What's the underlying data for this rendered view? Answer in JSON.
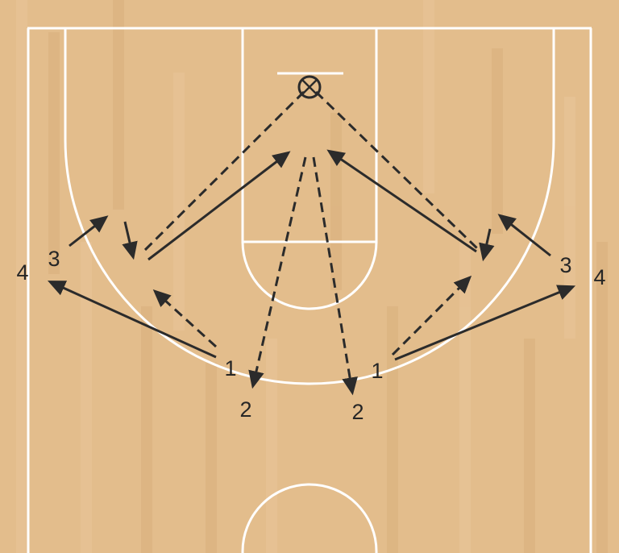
{
  "colors": {
    "floor": "#e3bd8c",
    "floor_plank_light": "#e9c69a",
    "floor_plank_dark": "#d9b07c",
    "lines": "#ffffff",
    "arrows": "#2b2b2b"
  },
  "players": [
    {
      "id": "p1-left",
      "label": "1"
    },
    {
      "id": "p1-right",
      "label": "1"
    },
    {
      "id": "p2-left",
      "label": "2"
    },
    {
      "id": "p2-right",
      "label": "2"
    },
    {
      "id": "p3-left",
      "label": "3"
    },
    {
      "id": "p3-right",
      "label": "3"
    },
    {
      "id": "p4-left",
      "label": "4"
    },
    {
      "id": "p4-right",
      "label": "4"
    }
  ],
  "movements": [
    {
      "id": "p1-left-cut-to-corner",
      "style": "solid"
    },
    {
      "id": "p1-left-pass-to-wing",
      "style": "dashed"
    },
    {
      "id": "p1-right-cut-to-corner",
      "style": "solid"
    },
    {
      "id": "p1-right-pass-to-wing",
      "style": "dashed"
    },
    {
      "id": "p3-left-move-up",
      "style": "solid"
    },
    {
      "id": "p3-left-screen",
      "style": "solid"
    },
    {
      "id": "p3-right-move-up",
      "style": "solid"
    },
    {
      "id": "p3-right-screen",
      "style": "solid"
    },
    {
      "id": "left-wing-cut-to-paint",
      "style": "solid"
    },
    {
      "id": "right-wing-cut-to-paint",
      "style": "solid"
    },
    {
      "id": "left-wing-pass-to-basket",
      "style": "dashed"
    },
    {
      "id": "right-wing-pass-to-basket",
      "style": "dashed"
    },
    {
      "id": "paint-pass-to-left-2",
      "style": "dashed"
    },
    {
      "id": "paint-pass-to-right-2",
      "style": "dashed"
    }
  ]
}
